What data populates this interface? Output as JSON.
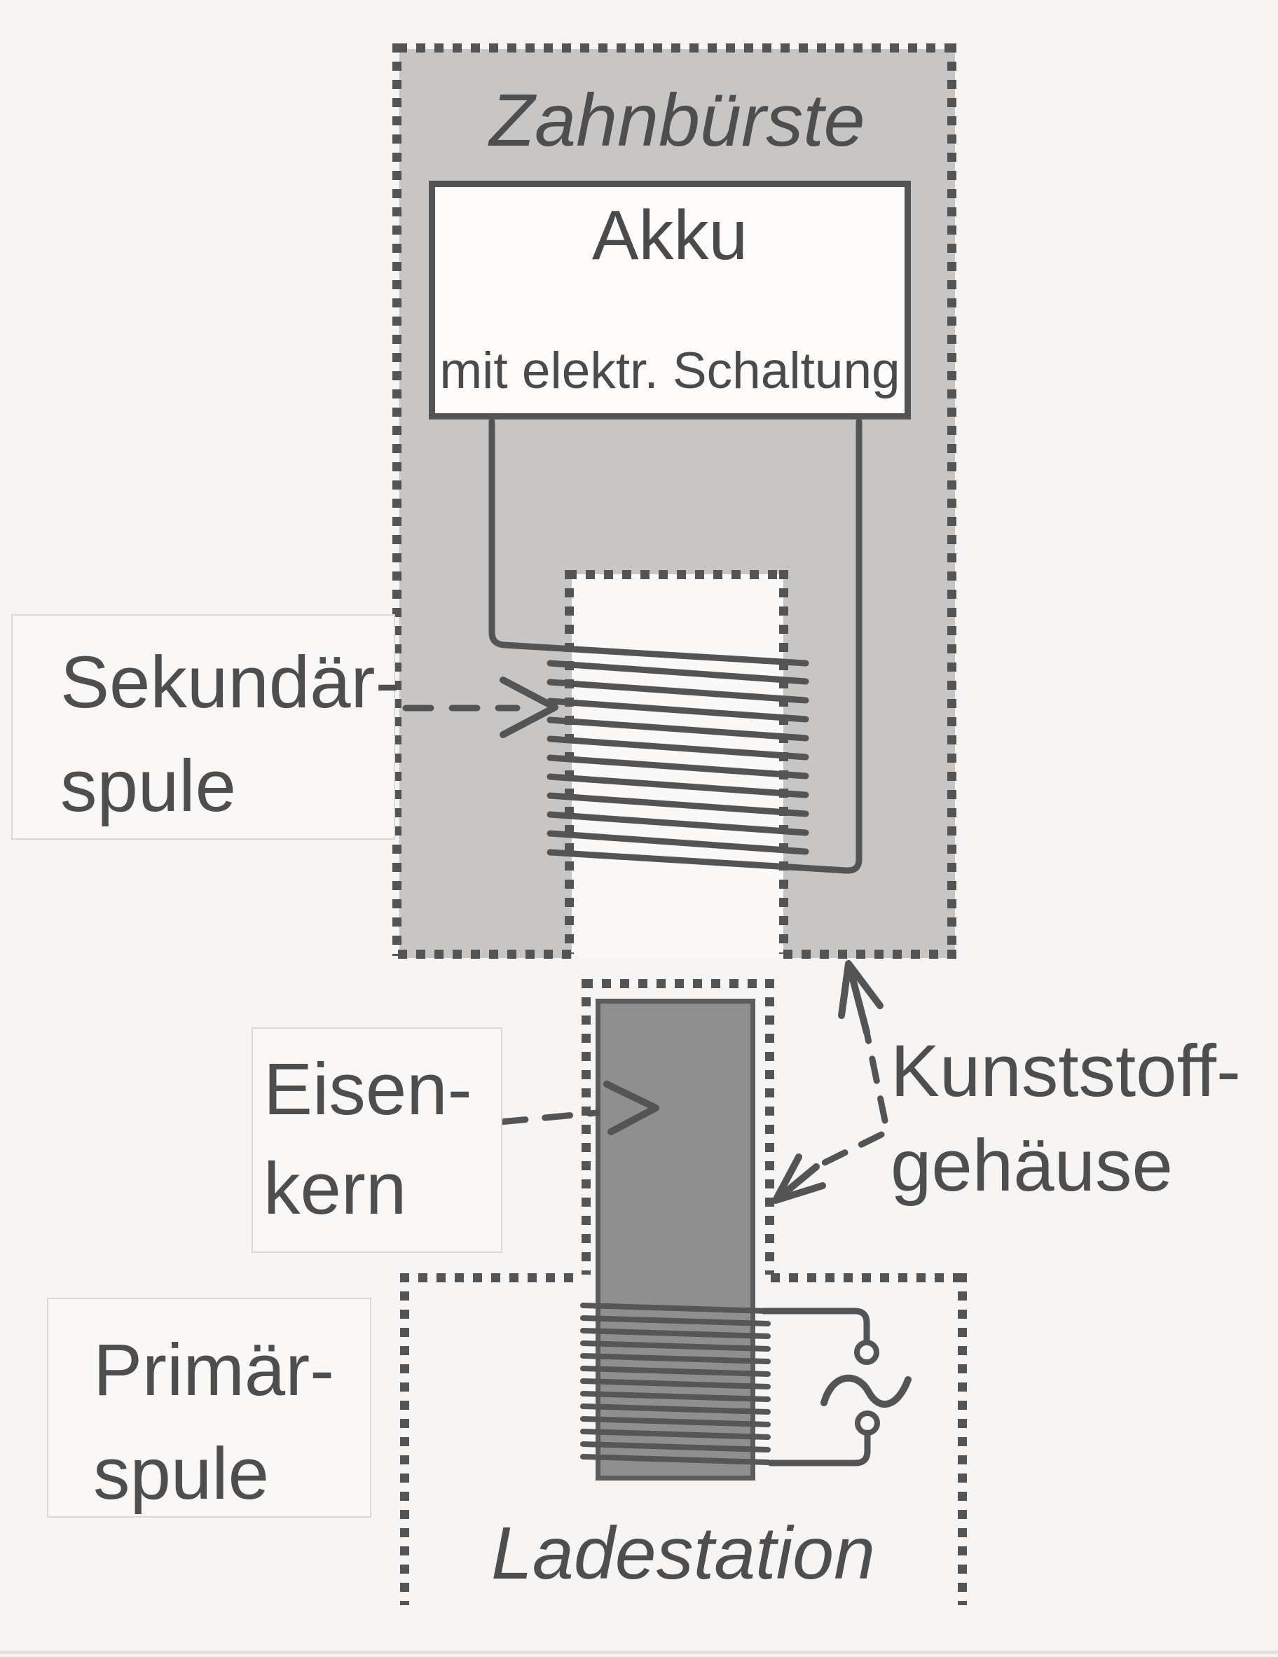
{
  "toothbrush": {
    "label": "Zahnbürste",
    "akku": {
      "title": "Akku",
      "subtitle": "mit elektr. Schaltung"
    }
  },
  "charging_station": {
    "label": "Ladestation"
  },
  "callouts": {
    "sekundaerspule": {
      "line1": "Sekundär-",
      "line2": "spule"
    },
    "eisenkern": {
      "line1": "Eisen-",
      "line2": "kern"
    },
    "kunststoffgehaeuse": {
      "line1": "Kunststoff-",
      "line2": "gehäuse"
    },
    "primaerspule": {
      "line1": "Primär-",
      "line2": "spule"
    }
  },
  "colors": {
    "housing_gray": "#c7c6c4",
    "iron_core_gray": "#8f8f8f",
    "line_dark": "#545454",
    "text_dark": "#4a4a4a",
    "page_background": "#f6f5f3"
  }
}
